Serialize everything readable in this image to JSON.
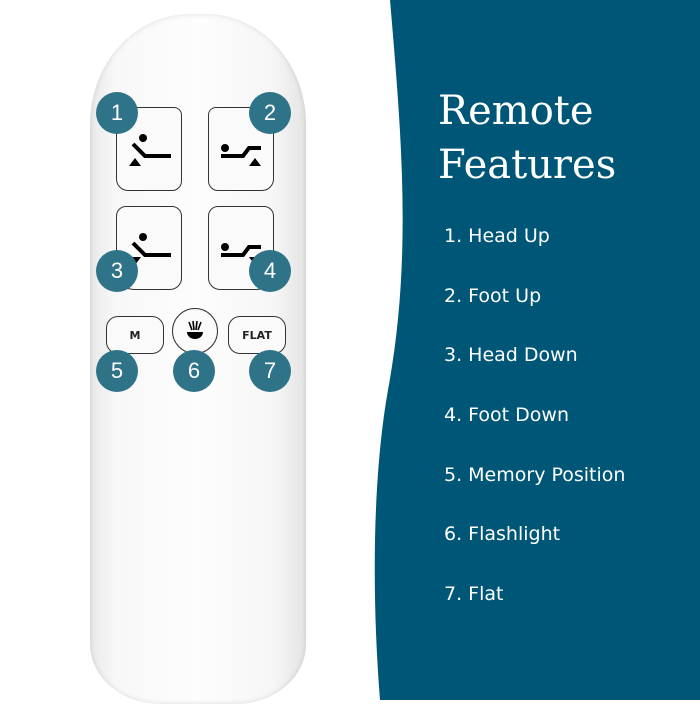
{
  "colors": {
    "panel": "#005677",
    "badge": "#2f7389"
  },
  "remote": {
    "buttons": [
      {
        "number": "1",
        "icon": "head-up-icon"
      },
      {
        "number": "2",
        "icon": "foot-up-icon"
      },
      {
        "number": "3",
        "icon": "head-down-icon"
      },
      {
        "number": "4",
        "icon": "foot-down-icon"
      },
      {
        "number": "5",
        "label": "M"
      },
      {
        "number": "6",
        "icon": "flashlight-icon"
      },
      {
        "number": "7",
        "label": "FLAT"
      }
    ]
  },
  "panel": {
    "title_line1": "Remote",
    "title_line2": "Features",
    "features": [
      "1. Head Up",
      "2. Foot Up",
      "3. Head Down",
      "4. Foot Down",
      "5. Memory Position",
      "6. Flashlight",
      "7. Flat"
    ]
  }
}
